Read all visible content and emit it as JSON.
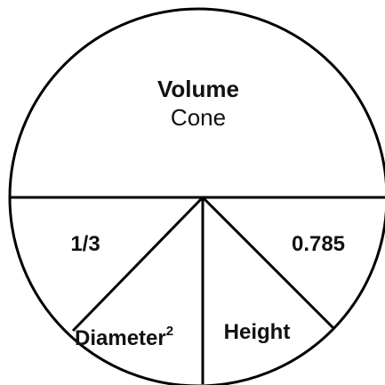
{
  "diagram": {
    "title": "Volume",
    "subtitle": "Cone",
    "sections": {
      "left": "1/3",
      "right": "0.785",
      "bottom_left": "Diameter",
      "bottom_left_superscript": "2",
      "bottom_right": "Height"
    },
    "colors": {
      "stroke": "#000000",
      "fill": "#ffffff",
      "text": "#111111"
    }
  }
}
